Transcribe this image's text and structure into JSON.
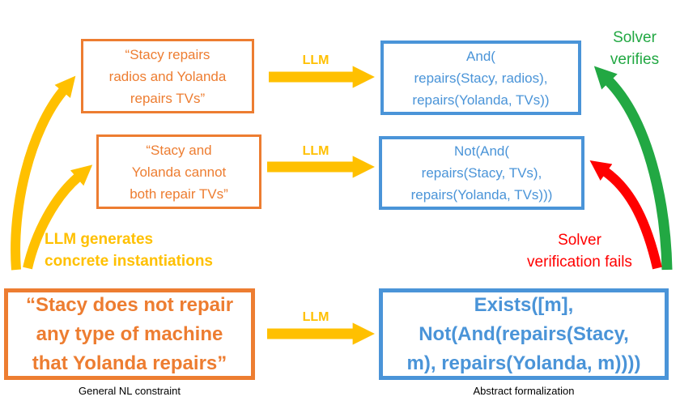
{
  "colors": {
    "orange": "#ED7D31",
    "blue": "#4A94D8",
    "gold": "#FFC000",
    "green": "#22A843",
    "red": "#FF0000",
    "caption_black": "#000000"
  },
  "rows": [
    {
      "nl": "“Stacy repairs\nradios and Yolanda\nrepairs TVs”",
      "llm_label": "LLM",
      "formal": "And(\nrepairs(Stacy, radios),\nrepairs(Yolanda, TVs))"
    },
    {
      "nl": "“Stacy and\nYolanda cannot\nboth repair TVs”",
      "llm_label": "LLM",
      "formal": "Not(And(\nrepairs(Stacy, TVs),\nrepairs(Yolanda, TVs)))"
    },
    {
      "nl": "“Stacy does not repair\nany type of machine\nthat Yolanda repairs”",
      "llm_label": "LLM",
      "formal": "Exists([m],\nNot(And(repairs(Stacy,\nm), repairs(Yolanda, m))))"
    }
  ],
  "annotations": {
    "llm_generates": "LLM generates\nconcrete instantiations",
    "solver_verifies": "Solver\nverifies",
    "solver_fails": "Solver\nverification fails"
  },
  "captions": {
    "left": "General NL constraint",
    "right": "Abstract formalization"
  }
}
